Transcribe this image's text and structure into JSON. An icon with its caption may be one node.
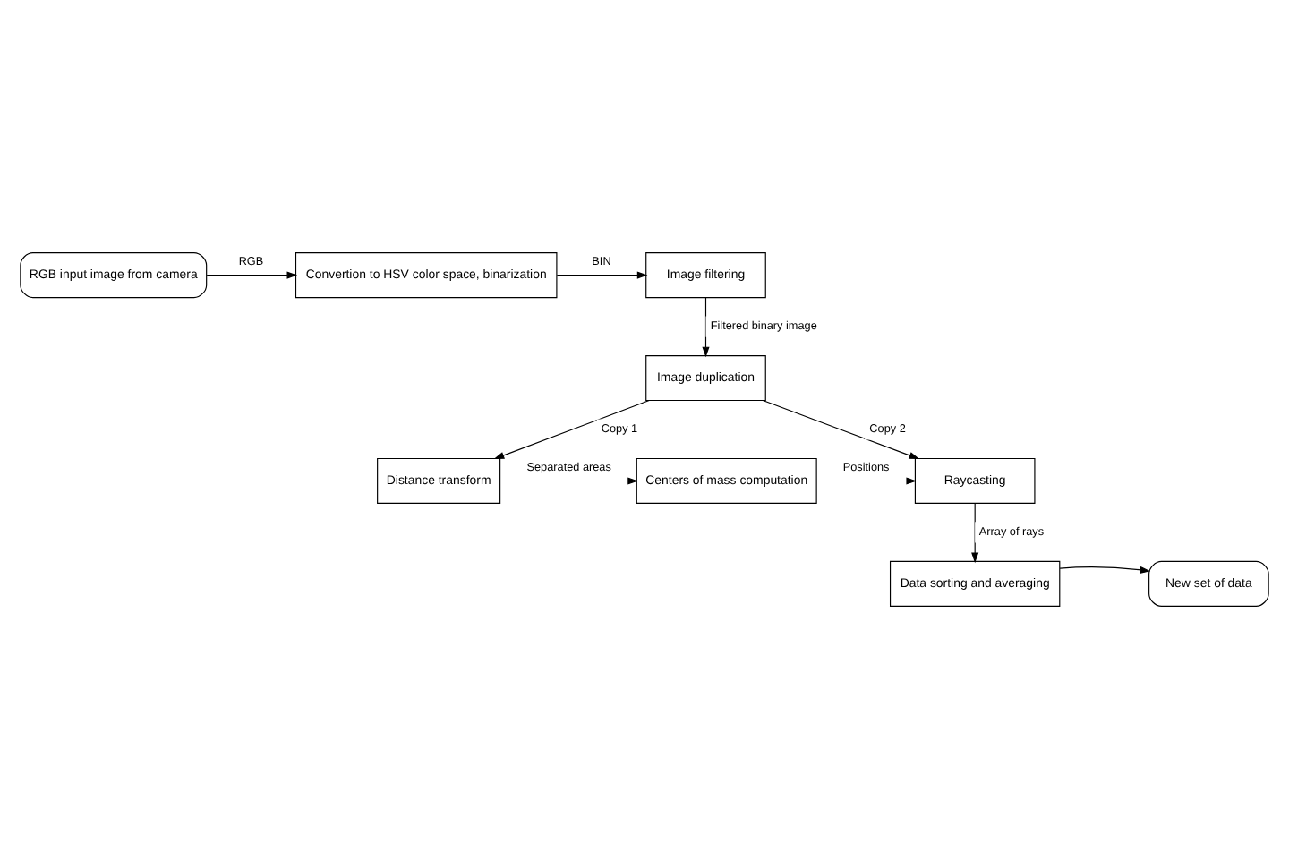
{
  "diagram": {
    "nodes": [
      {
        "text": [
          "RGB input image from camera"
        ]
      },
      {
        "text": [
          "Convertion to HSV color space, binarization"
        ]
      },
      {
        "text": [
          "Image filtering"
        ]
      },
      {
        "text": [
          "Image duplication"
        ]
      },
      {
        "text": [
          "Distance transform"
        ]
      },
      {
        "text": [
          "Centers of mass computation"
        ]
      },
      {
        "text": [
          "Raycasting"
        ]
      },
      {
        "text": [
          "Data sorting and averaging"
        ]
      },
      {
        "text": [
          "New set of data"
        ]
      }
    ],
    "edges": [
      {
        "from": 0,
        "to": 1,
        "arrow": "to",
        "label": "RGB"
      },
      {
        "from": 1,
        "to": 2,
        "arrow": "to",
        "label": "BIN"
      },
      {
        "from": 2,
        "to": 3,
        "arrow": "to",
        "label": "Filtered binary image"
      },
      {
        "from": 3,
        "to": 4,
        "arrow": "to",
        "label": "Copy 1"
      },
      {
        "from": 3,
        "to": 6,
        "arrow": "to",
        "label": "Copy 2"
      },
      {
        "from": 4,
        "to": 5,
        "arrow": "to",
        "label": "Separated areas"
      },
      {
        "from": 5,
        "to": 6,
        "arrow": "to",
        "label": "Positions"
      },
      {
        "from": 6,
        "to": 7,
        "arrow": "to",
        "label": "Array of rays"
      },
      {
        "from": 7,
        "to": 8,
        "arrow": "to"
      }
    ]
  }
}
